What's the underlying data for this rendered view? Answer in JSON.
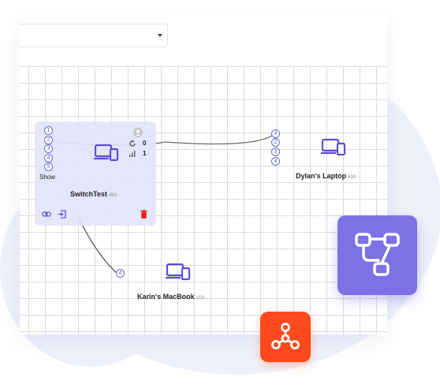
{
  "colors": {
    "accent": "#5b4fd6",
    "node_bg": "#e4e4fa",
    "delete": "#e02020",
    "badge_purple": "#7d71e6",
    "badge_orange": "#ff4a1d"
  },
  "toolbar": {
    "select_value": ""
  },
  "switch_node": {
    "name": "SwitchTest",
    "id": "#53",
    "ports": [
      "1",
      "2",
      "3",
      "4",
      "5"
    ],
    "show_label": "Show",
    "refresh_count": "0",
    "signal_count": "1",
    "icons": [
      "avatar-icon",
      "refresh-icon",
      "signal-icon",
      "link-icon",
      "login-icon",
      "trash-icon",
      "devices-icon"
    ]
  },
  "laptop_node": {
    "name": "Dylan's Laptop",
    "id": "#30",
    "ports": [
      "4",
      "2",
      "3",
      "4"
    ]
  },
  "macbook_node": {
    "name": "Karin's MacBook",
    "id": "#19",
    "ports": [
      "4"
    ]
  },
  "badges": [
    {
      "name": "network-topology-icon",
      "color": "#7d71e6"
    },
    {
      "name": "hub-icon",
      "color": "#ff4a1d"
    }
  ]
}
